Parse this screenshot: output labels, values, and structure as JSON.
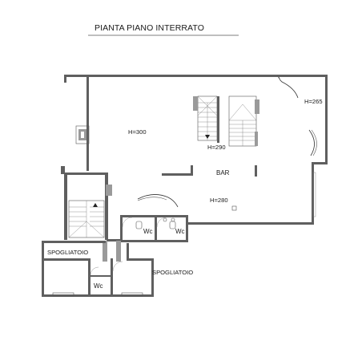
{
  "plan": {
    "title": "PIANTA PIANO INTERRATO",
    "labels": {
      "height_main": "H=300",
      "height_right": "H=265",
      "height_stair": "H=290",
      "bar": "BAR",
      "height_bar": "H=280",
      "wc_1": "Wc",
      "wc_2": "Wc",
      "wc_3": "Wc",
      "spogliatoio_left": "SPOGLIATOIO",
      "spogliatoio_right": "SPOGLIATOIO"
    }
  }
}
